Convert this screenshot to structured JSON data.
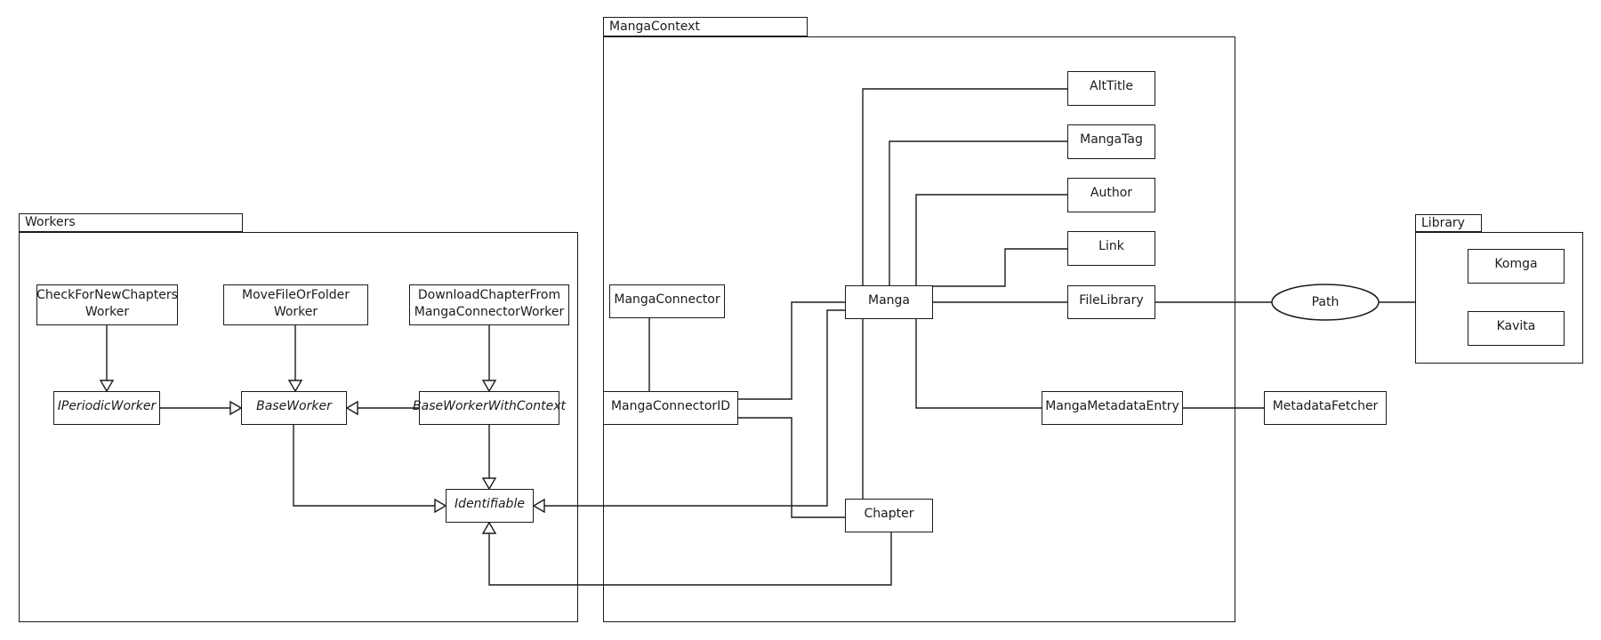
{
  "packages": {
    "workers": {
      "label": "Workers"
    },
    "manga_context": {
      "label": "MangaContext"
    },
    "library": {
      "label": "Library"
    }
  },
  "nodes": {
    "check_for_new_chapters_worker": {
      "lines": [
        "CheckForNewChapters",
        "Worker"
      ]
    },
    "move_file_or_folder_worker": {
      "lines": [
        "MoveFileOrFolder",
        "Worker"
      ]
    },
    "download_chapter_from_manga_connector_worker": {
      "lines": [
        "DownloadChapterFrom",
        "MangaConnectorWorker"
      ]
    },
    "i_periodic_worker": {
      "label": "IPeriodicWorker"
    },
    "base_worker": {
      "label": "BaseWorker"
    },
    "base_worker_with_context": {
      "label": "BaseWorkerWithContext"
    },
    "identifiable": {
      "label": "Identifiable"
    },
    "manga_connector": {
      "label": "MangaConnector"
    },
    "manga_connector_id": {
      "label": "MangaConnectorID"
    },
    "manga": {
      "label": "Manga"
    },
    "chapter": {
      "label": "Chapter"
    },
    "alt_title": {
      "label": "AltTitle"
    },
    "manga_tag": {
      "label": "MangaTag"
    },
    "author": {
      "label": "Author"
    },
    "link": {
      "label": "Link"
    },
    "file_library": {
      "label": "FileLibrary"
    },
    "manga_metadata_entry": {
      "label": "MangaMetadataEntry"
    },
    "metadata_fetcher": {
      "label": "MetadataFetcher"
    },
    "path": {
      "label": "Path"
    },
    "komga": {
      "label": "Komga"
    },
    "kavita": {
      "label": "Kavita"
    }
  },
  "edges": [
    {
      "from": "CheckForNewChaptersWorker",
      "to": "IPeriodicWorker",
      "type": "inheritance"
    },
    {
      "from": "MoveFileOrFolderWorker",
      "to": "BaseWorker",
      "type": "inheritance"
    },
    {
      "from": "DownloadChapterFromMangaConnectorWorker",
      "to": "BaseWorkerWithContext",
      "type": "inheritance"
    },
    {
      "from": "IPeriodicWorker",
      "to": "BaseWorker",
      "type": "inheritance"
    },
    {
      "from": "BaseWorkerWithContext",
      "to": "BaseWorker",
      "type": "inheritance"
    },
    {
      "from": "BaseWorker",
      "to": "Identifiable",
      "type": "inheritance"
    },
    {
      "from": "BaseWorkerWithContext",
      "to": "Identifiable",
      "type": "inheritance"
    },
    {
      "from": "Manga",
      "to": "Identifiable",
      "type": "inheritance"
    },
    {
      "from": "Chapter",
      "to": "Identifiable",
      "type": "inheritance"
    },
    {
      "from": "MangaConnector",
      "to": "MangaConnectorID",
      "type": "association"
    },
    {
      "from": "MangaConnectorID",
      "to": "Manga",
      "type": "association"
    },
    {
      "from": "MangaConnectorID",
      "to": "Chapter",
      "type": "association"
    },
    {
      "from": "Manga",
      "to": "AltTitle",
      "type": "association"
    },
    {
      "from": "Manga",
      "to": "MangaTag",
      "type": "association"
    },
    {
      "from": "Manga",
      "to": "Author",
      "type": "association"
    },
    {
      "from": "Manga",
      "to": "Link",
      "type": "association"
    },
    {
      "from": "Manga",
      "to": "FileLibrary",
      "type": "association"
    },
    {
      "from": "Manga",
      "to": "Chapter",
      "type": "association"
    },
    {
      "from": "Manga",
      "to": "MangaMetadataEntry",
      "type": "association"
    },
    {
      "from": "MangaMetadataEntry",
      "to": "MetadataFetcher",
      "type": "association"
    },
    {
      "from": "FileLibrary",
      "to": "Path",
      "type": "association"
    },
    {
      "from": "Path",
      "to": "Library",
      "type": "association"
    }
  ],
  "colors": {
    "stroke": "#1b1b1b",
    "background": "#ffffff"
  }
}
